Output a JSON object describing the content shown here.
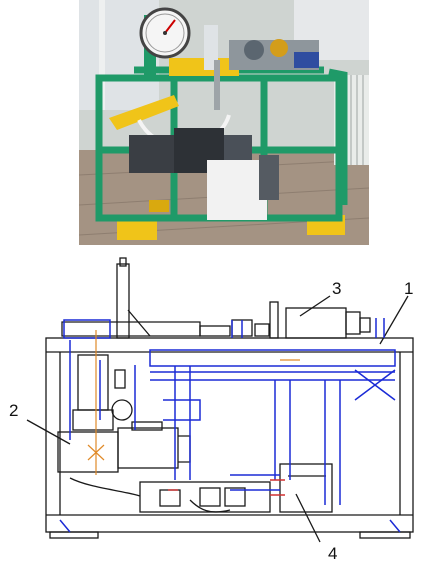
{
  "figure": {
    "photo": {
      "colors": {
        "frame": "#1f9a68",
        "yellow": "#f0c419",
        "wall": "#c9cfcc",
        "floor": "#a49383",
        "motor": "#3a3e44"
      }
    },
    "drawing": {
      "colors": {
        "line": "#1a1a1a",
        "blue": "#1b2bd6"
      },
      "callouts": [
        {
          "id": "c1",
          "text": "1"
        },
        {
          "id": "c2",
          "text": "2"
        },
        {
          "id": "c3",
          "text": "3"
        },
        {
          "id": "c4",
          "text": "4"
        }
      ]
    }
  }
}
